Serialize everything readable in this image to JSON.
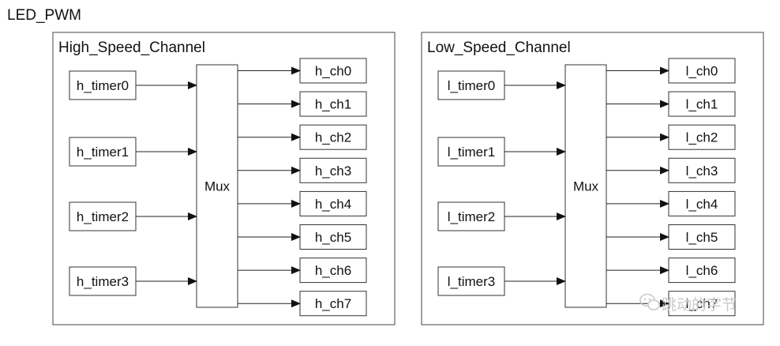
{
  "title": "LED_PWM",
  "groups": [
    {
      "title": "High_Speed_Channel",
      "mux_label": "Mux",
      "timers": [
        "h_timer0",
        "h_timer1",
        "h_timer2",
        "h_timer3"
      ],
      "channels": [
        "h_ch0",
        "h_ch1",
        "h_ch2",
        "h_ch3",
        "h_ch4",
        "h_ch5",
        "h_ch6",
        "h_ch7"
      ]
    },
    {
      "title": "Low_Speed_Channel",
      "mux_label": "Mux",
      "timers": [
        "l_timer0",
        "l_timer1",
        "l_timer2",
        "l_timer3"
      ],
      "channels": [
        "l_ch0",
        "l_ch1",
        "l_ch2",
        "l_ch3",
        "l_ch4",
        "l_ch5",
        "l_ch6",
        "l_ch7"
      ]
    }
  ],
  "watermark": "跳动的字节",
  "icon": "wechat-icon"
}
